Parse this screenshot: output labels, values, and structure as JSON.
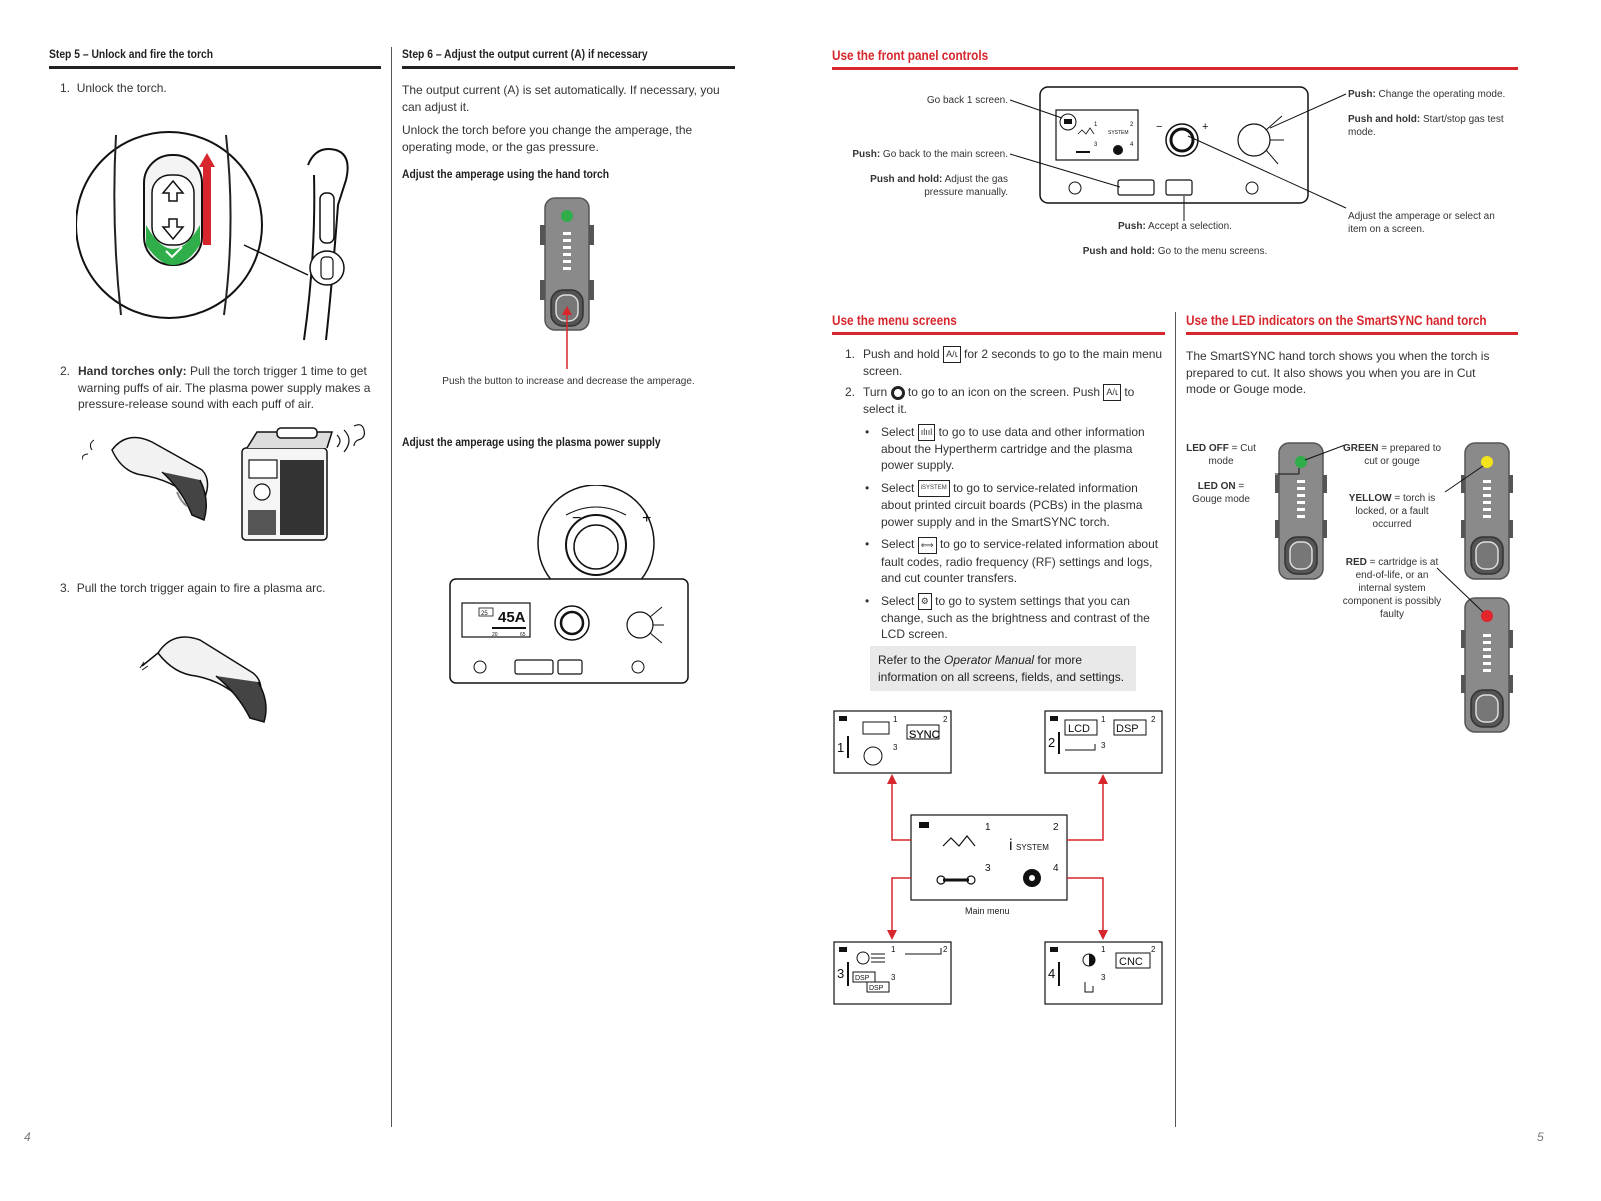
{
  "page1": {
    "step5": {
      "title": "Step 5 – Unlock and fire the torch",
      "item1": "Unlock the torch.",
      "item2_bold": "Hand torches only:",
      "item2_text": " Pull the torch trigger 1 time to get warning puffs of air. The plasma power supply makes a pressure-release sound with each puff of air.",
      "item3": "Pull the torch trigger again to fire a plasma arc."
    },
    "step6": {
      "title": "Step 6 – Adjust the output current (A) if necessary",
      "para1": "The output current (A) is set automatically. If necessary, you can adjust it.",
      "para2": "Unlock the torch before you change the amperage, the operating mode, or the gas pressure.",
      "sub1": "Adjust the amperage using the hand torch",
      "caption1": "Push the button to increase and decrease the amperage.",
      "sub2": "Adjust the amperage using the plasma power supply",
      "lcd_amps": "45A",
      "lcd_min": "20",
      "lcd_max": "65",
      "lcd_badge": "25"
    },
    "page_number": "4"
  },
  "page2": {
    "front_panel": {
      "title": "Use the front panel controls",
      "go_back": "Go back 1 screen.",
      "push_main_bold": "Push:",
      "push_main_text": " Go back to the main screen.",
      "push_hold_bold": "Push and hold:",
      "push_hold_text": " Adjust the gas pressure manually.",
      "mode_push_bold": "Push:",
      "mode_push_text": " Change the operating mode.",
      "mode_hold_bold": "Push and hold:",
      "mode_hold_text": " Start/stop gas test mode.",
      "knob_text": "Adjust the amperage or select an item on a screen.",
      "accept_bold": "Push:",
      "accept_text": " Accept a selection.",
      "menu_bold": "Push and hold:",
      "menu_text": " Go to the menu screens."
    },
    "menu_screens": {
      "title": "Use the menu screens",
      "item1a": "Push and hold",
      "item1b": "for 2 seconds to go to the main menu screen.",
      "item2a": "Turn",
      "item2b": "to go to an icon on the screen. Push",
      "item2c": "to select it.",
      "select": "Select",
      "bullet1": "to go to use data and other information about the Hypertherm cartridge and the plasma power supply.",
      "bullet2": "to go to service-related information about printed circuit boards (PCBs) in the plasma power supply and in the SmartSYNC torch.",
      "bullet3": "to go to service-related information about fault codes, radio frequency (RF) settings and logs, and cut counter transfers.",
      "bullet4": "to go to system settings that you can change, such as the brightness and contrast of the LCD screen.",
      "note_a": "Refer to the ",
      "note_italic": "Operator Manual",
      "note_b": " for more information on all screens, fields, and settings.",
      "main_menu_caption": "Main menu",
      "isystem": "SYSTEM",
      "lcd": "LCD",
      "dsp": "DSP",
      "sync": "SYNC",
      "cnc": "CNC",
      "n1": "1",
      "n2": "2",
      "n3": "3",
      "n4": "4"
    },
    "led": {
      "title": "Use the LED indicators on the SmartSYNC hand torch",
      "para": "The SmartSYNC hand torch shows you when the torch is prepared to cut. It also shows you when you are in Cut mode or Gouge mode.",
      "off_bold": "LED OFF",
      "off_text": " = Cut mode",
      "on_bold": "LED ON",
      "on_text": " = Gouge mode",
      "green_bold": "GREEN",
      "green_text": " = prepared to cut or gouge",
      "yellow_bold": "YELLOW",
      "yellow_text": " = torch is locked, or a fault occurred",
      "red_bold": "RED",
      "red_text": " = cartridge is at end-of-life, or an internal system component is possibly faulty"
    },
    "page_number": "5"
  },
  "colors": {
    "accent": "#d7262c",
    "green": "#2fae4a",
    "yellow": "#f3e31c",
    "red": "#e1252b"
  }
}
